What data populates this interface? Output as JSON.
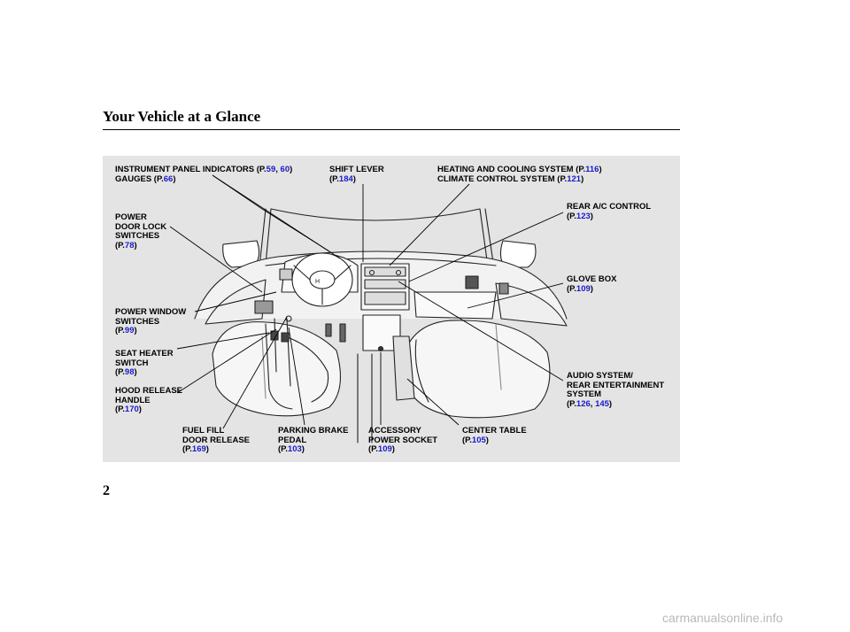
{
  "title": "Your Vehicle at a Glance",
  "page_number": "2",
  "watermark": "carmanualsonline.info",
  "colors": {
    "page_ref": "#1a1acc",
    "panel_bg": "#e4e4e4"
  },
  "labels": {
    "instrument": {
      "line1_text": "INSTRUMENT PANEL INDICATORS (P.",
      "line1_p1": "59",
      "line1_sep": ", ",
      "line1_p2": "60",
      "line1_close": ")",
      "line2_text": "GAUGES (P.",
      "line2_p": "66",
      "line2_close": ")"
    },
    "shift": {
      "line1": "SHIFT LEVER",
      "prefix": "(P.",
      "p": "184",
      "close": ")"
    },
    "heating": {
      "line1_text": "HEATING AND COOLING SYSTEM (P.",
      "line1_p": "116",
      "line1_close": ")",
      "line2_text": "CLIMATE CONTROL SYSTEM (P.",
      "line2_p": "121",
      "line2_close": ")"
    },
    "doorlock": {
      "line1": "POWER",
      "line2": "DOOR LOCK",
      "line3": "SWITCHES",
      "prefix": "(P.",
      "p": "78",
      "close": ")"
    },
    "rearac": {
      "line1": "REAR A/C CONTROL",
      "prefix": "(P.",
      "p": "123",
      "close": ")"
    },
    "glovebox": {
      "line1": "GLOVE BOX",
      "prefix": "(P.",
      "p": "109",
      "close": ")"
    },
    "window": {
      "line1": "POWER WINDOW",
      "line2": "SWITCHES",
      "prefix": "(P.",
      "p": "99",
      "close": ")"
    },
    "seatheater": {
      "line1": "SEAT HEATER",
      "line2": "SWITCH",
      "prefix": "(P.",
      "p": "98",
      "close": ")"
    },
    "hood": {
      "line1": "HOOD RELEASE",
      "line2": "HANDLE",
      "prefix": "(P.",
      "p": "170",
      "close": ")"
    },
    "audio": {
      "line1": "AUDIO SYSTEM/",
      "line2": "REAR ENTERTAINMENT",
      "line3": "SYSTEM",
      "prefix": "(P.",
      "p1": "126",
      "sep": ", ",
      "p2": "145",
      "close": ")"
    },
    "fuel": {
      "line1": "FUEL FILL",
      "line2": "DOOR RELEASE",
      "prefix": "(P.",
      "p": "169",
      "close": ")"
    },
    "parking": {
      "line1": "PARKING BRAKE",
      "line2": "PEDAL",
      "prefix": "(P.",
      "p": "103",
      "close": ")"
    },
    "accessory": {
      "line1": "ACCESSORY",
      "line2": "POWER SOCKET",
      "prefix": "(P.",
      "p": "109",
      "close": ")"
    },
    "center": {
      "line1": "CENTER TABLE",
      "prefix": "(P.",
      "p": "105",
      "close": ")"
    }
  }
}
